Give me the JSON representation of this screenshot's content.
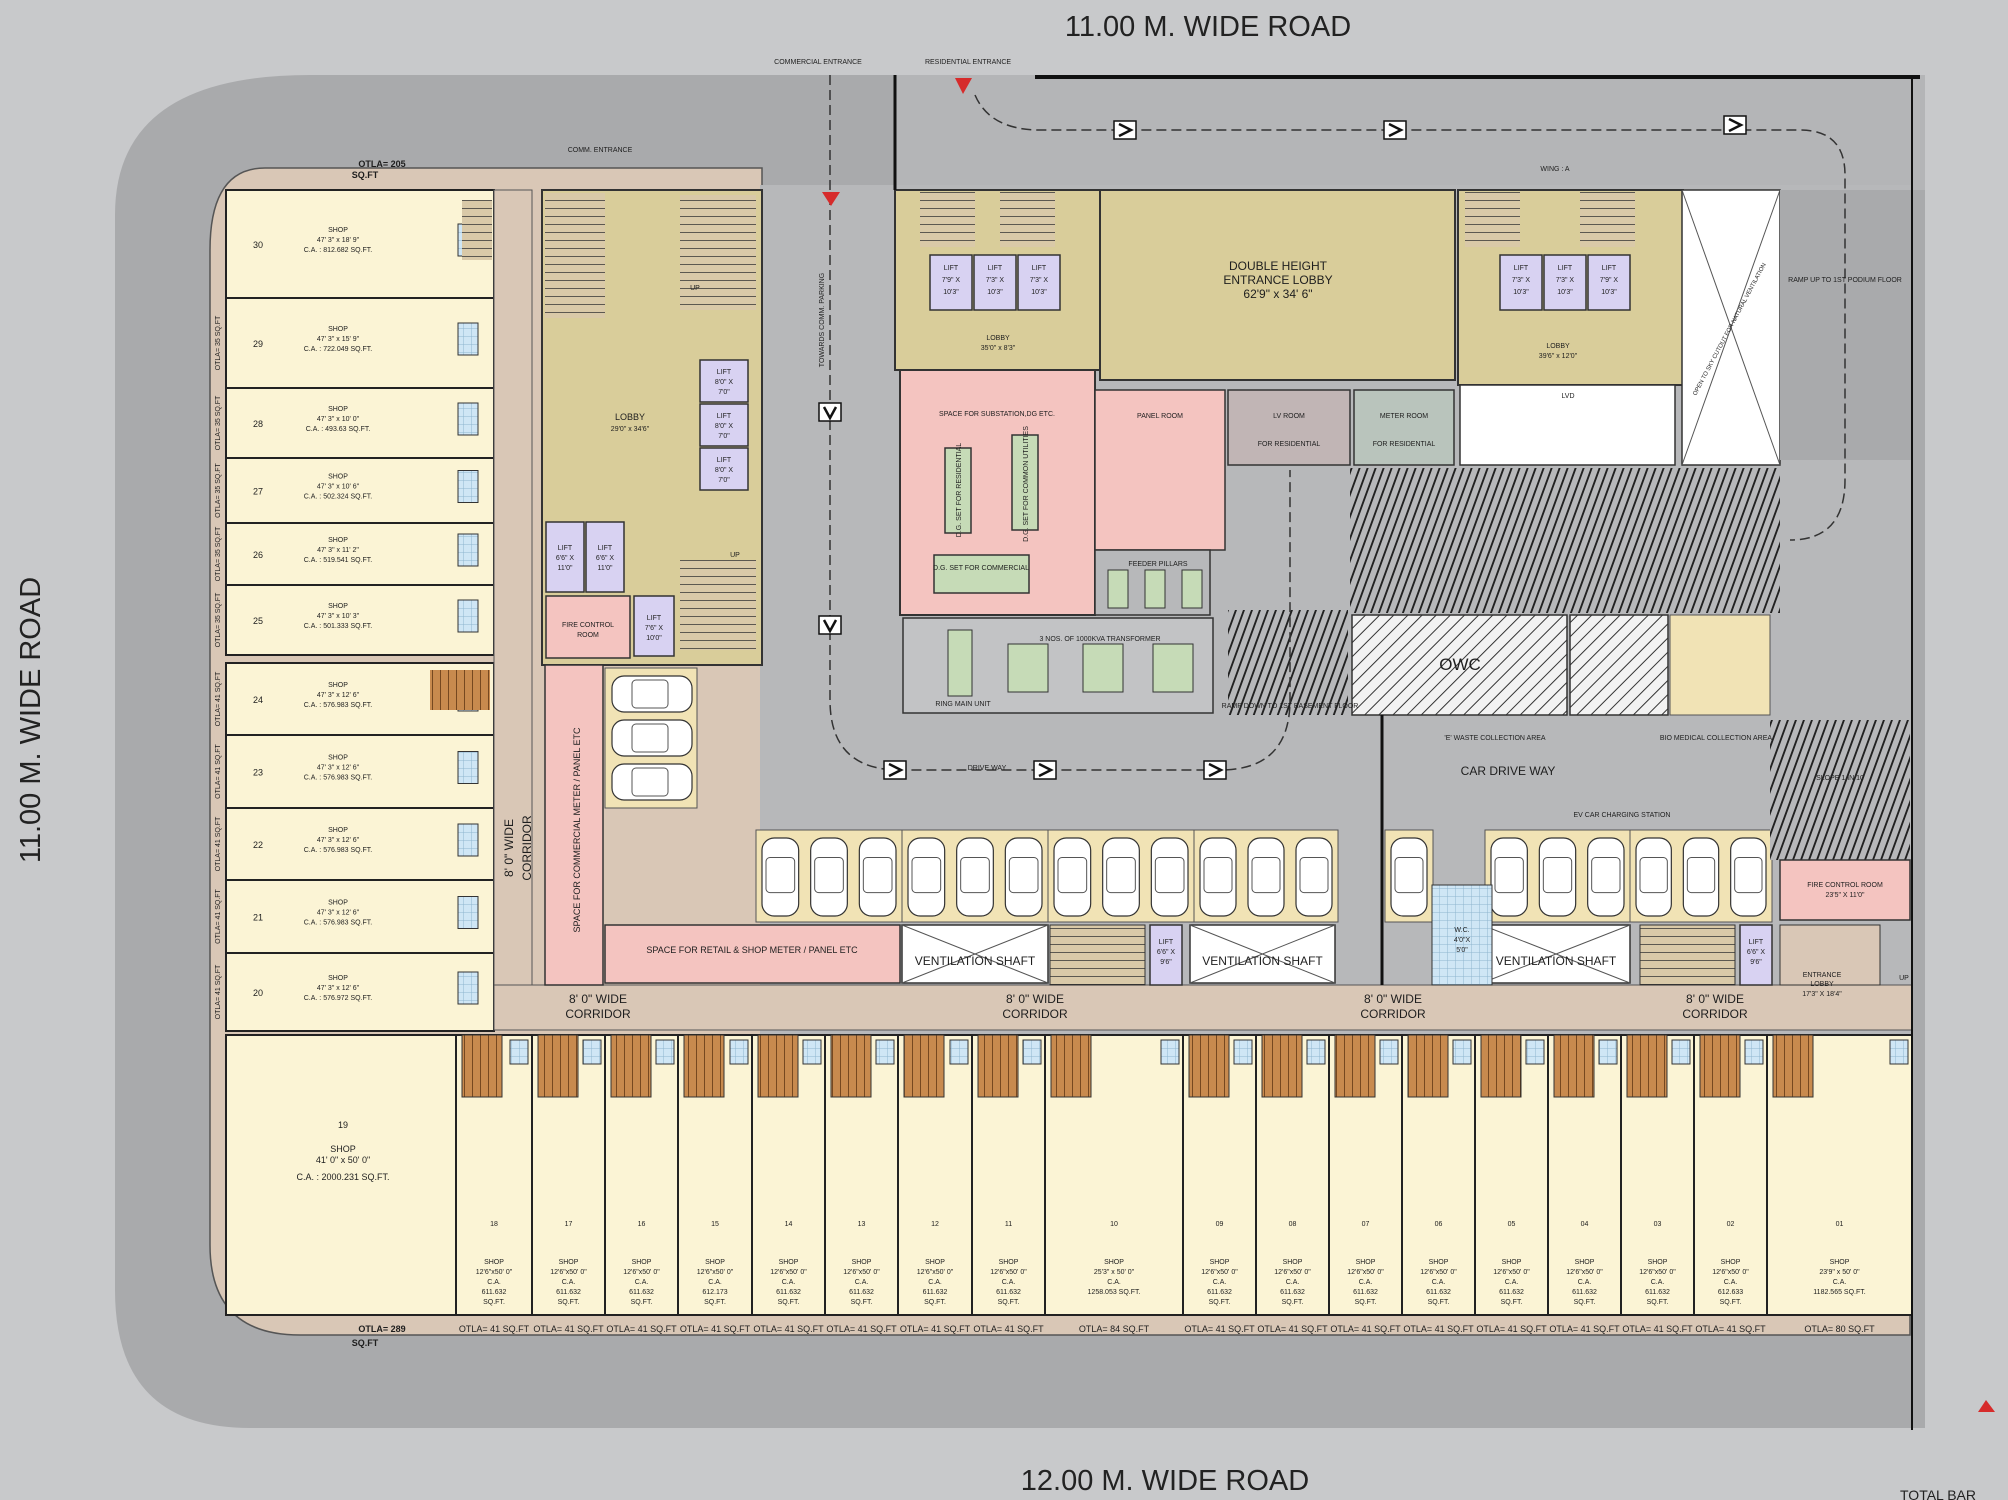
{
  "roads": {
    "top": "11.00 M. WIDE ROAD",
    "left": "11.00 M. WIDE ROAD",
    "bottom": "12.00 M. WIDE ROAD",
    "corner_note": "TOTAL BAR"
  },
  "entrances": {
    "commercial": "COMMERCIAL ENTRANCE",
    "residential": "RESIDENTIAL ENTRANCE",
    "comm": "COMM. ENTRANCE"
  },
  "wing": "WING : A",
  "otla_corner_top": "OTLA= 205",
  "otla_corner_bottom": "OTLA= 289",
  "sqft": "SQ.FT",
  "shop_word": "SHOP",
  "left_shops": [
    {
      "no": "30",
      "size": "47' 3\" x 18' 9\"",
      "ca": "C.A. : 812.682 SQ.FT.",
      "otla": ""
    },
    {
      "no": "29",
      "size": "47' 3\" x 15' 9\"",
      "ca": "C.A. : 722.049 SQ.FT.",
      "otla": "OTLA= 35 SQ.FT"
    },
    {
      "no": "28",
      "size": "47' 3\" x 10' 0\"",
      "ca": "C.A. : 493.63 SQ.FT.",
      "otla": "OTLA= 35 SQ.FT"
    },
    {
      "no": "27",
      "size": "47' 3\" x 10' 6\"",
      "ca": "C.A. : 502.324 SQ.FT.",
      "otla": "OTLA= 35 SQ.FT"
    },
    {
      "no": "26",
      "size": "47' 3\" x 11' 2\"",
      "ca": "C.A. : 519.541 SQ.FT.",
      "otla": "OTLA= 35 SQ.FT"
    },
    {
      "no": "25",
      "size": "47' 3\" x 10' 3\"",
      "ca": "C.A. : 501.333 SQ.FT.",
      "otla": "OTLA= 35 SQ.FT"
    },
    {
      "no": "24",
      "size": "47' 3\" x 12' 6\"",
      "ca": "C.A. : 576.983 SQ.FT.",
      "otla": "OTLA= 41 SQ.FT"
    },
    {
      "no": "23",
      "size": "47' 3\" x 12' 6\"",
      "ca": "C.A. : 576.983 SQ.FT.",
      "otla": "OTLA= 41 SQ.FT"
    },
    {
      "no": "22",
      "size": "47' 3\" x 12' 6\"",
      "ca": "C.A. : 576.983 SQ.FT.",
      "otla": "OTLA= 41 SQ.FT"
    },
    {
      "no": "21",
      "size": "47' 3\" x 12' 6\"",
      "ca": "C.A. : 576.983 SQ.FT.",
      "otla": "OTLA= 41 SQ.FT"
    },
    {
      "no": "20",
      "size": "47' 3\" x 12' 6\"",
      "ca": "C.A. : 576.972 SQ.FT.",
      "otla": "OTLA= 41 SQ.FT"
    }
  ],
  "shop19": {
    "no": "19",
    "size": "41' 0\" x 50' 0\"",
    "ca": "C.A. : 2000.231 SQ.FT."
  },
  "bottom_shops": [
    {
      "no": "18",
      "size": "12'6\"x50' 0\"",
      "ca": "C.A.",
      "area": "611.632",
      "unit": "SQ.FT.",
      "otla": "OTLA= 41 SQ.FT"
    },
    {
      "no": "17",
      "size": "12'6\"x50' 0\"",
      "ca": "C.A.",
      "area": "611.632",
      "unit": "SQ.FT.",
      "otla": "OTLA= 41 SQ.FT"
    },
    {
      "no": "16",
      "size": "12'6\"x50' 0\"",
      "ca": "C.A.",
      "area": "611.632",
      "unit": "SQ.FT.",
      "otla": "OTLA= 41 SQ.FT"
    },
    {
      "no": "15",
      "size": "12'6\"x50' 0\"",
      "ca": "C.A.",
      "area": "612.173",
      "unit": "SQ.FT.",
      "otla": "OTLA= 41 SQ.FT"
    },
    {
      "no": "14",
      "size": "12'6\"x50' 0\"",
      "ca": "C.A.",
      "area": "611.632",
      "unit": "SQ.FT.",
      "otla": "OTLA= 41 SQ.FT"
    },
    {
      "no": "13",
      "size": "12'6\"x50' 0\"",
      "ca": "C.A.",
      "area": "611.632",
      "unit": "SQ.FT.",
      "otla": "OTLA= 41 SQ.FT"
    },
    {
      "no": "12",
      "size": "12'6\"x50' 0\"",
      "ca": "C.A.",
      "area": "611.632",
      "unit": "SQ.FT.",
      "otla": "OTLA= 41 SQ.FT"
    },
    {
      "no": "11",
      "size": "12'6\"x50' 0\"",
      "ca": "C.A.",
      "area": "611.632",
      "unit": "SQ.FT.",
      "otla": "OTLA= 41 SQ.FT"
    },
    {
      "no": "10",
      "size": "25'3\" x 50' 0\"",
      "ca": "C.A.",
      "area": "1258.053 SQ.FT.",
      "unit": "",
      "otla": "OTLA= 84 SQ.FT"
    },
    {
      "no": "09",
      "size": "12'6\"x50' 0\"",
      "ca": "C.A.",
      "area": "611.632",
      "unit": "SQ.FT.",
      "otla": "OTLA= 41 SQ.FT"
    },
    {
      "no": "08",
      "size": "12'6\"x50' 0\"",
      "ca": "C.A.",
      "area": "611.632",
      "unit": "SQ.FT.",
      "otla": "OTLA= 41 SQ.FT"
    },
    {
      "no": "07",
      "size": "12'6\"x50' 0\"",
      "ca": "C.A.",
      "area": "611.632",
      "unit": "SQ.FT.",
      "otla": "OTLA= 41 SQ.FT"
    },
    {
      "no": "06",
      "size": "12'6\"x50' 0\"",
      "ca": "C.A.",
      "area": "611.632",
      "unit": "SQ.FT.",
      "otla": "OTLA= 41 SQ.FT"
    },
    {
      "no": "05",
      "size": "12'6\"x50' 0\"",
      "ca": "C.A.",
      "area": "611.632",
      "unit": "SQ.FT.",
      "otla": "OTLA= 41 SQ.FT"
    },
    {
      "no": "04",
      "size": "12'6\"x50' 0\"",
      "ca": "C.A.",
      "area": "611.632",
      "unit": "SQ.FT.",
      "otla": "OTLA= 41 SQ.FT"
    },
    {
      "no": "03",
      "size": "12'6\"x50' 0\"",
      "ca": "C.A.",
      "area": "611.632",
      "unit": "SQ.FT.",
      "otla": "OTLA= 41 SQ.FT"
    },
    {
      "no": "02",
      "size": "12'6\"x50' 0\"",
      "ca": "C.A.",
      "area": "612.633",
      "unit": "SQ.FT.",
      "otla": "OTLA= 41 SQ.FT"
    },
    {
      "no": "01",
      "size": "23'9\" x 50' 0\"",
      "ca": "C.A.",
      "area": "1182.565 SQ.FT.",
      "unit": "",
      "otla": "OTLA= 80 SQ.FT"
    }
  ],
  "core": {
    "lobby_comm": "LOBBY",
    "lobby_comm_size": "29'0\" x 34'6\"",
    "lift_word": "LIFT",
    "lift_8x7": "8'0\" X",
    "lift_8x7b": "7'0\"",
    "lift_6x11": "6'6\" X",
    "lift_6x11b": "11'0\"",
    "lift_7x10": "7'6\" X",
    "lift_7x10b": "10'0\"",
    "fire_control": "FIRE CONTROL",
    "room": "ROOM",
    "up": "UP",
    "towards_parking": "TOWARDS COMM. PARKING"
  },
  "residential": {
    "lift_a1": "7'9\" X",
    "lift_a2": "10'3\"",
    "lift_b1": "7'3\" X",
    "lift_b2": "10'3\"",
    "lobby": "LOBBY",
    "lobby_size_left": "35'0\" x 8'3\"",
    "lobby_size_right": "39'6\" x 12'0\"",
    "double_height1": "DOUBLE HEIGHT",
    "double_height2": "ENTRANCE LOBBY",
    "double_height_size": "62'9\" x 34' 6\"",
    "lvd": "LVD",
    "open_cutout": "OPEN TO SKY CUTOUT FOR NATURAL VENTILATION"
  },
  "utility": {
    "substation": "SPACE FOR SUBSTATION,DG ETC.",
    "dg_res": "D.G. SET FOR RESIDENTIAL",
    "dg_common": "D.G. SET FOR COMMON UTILITIES",
    "dg_comm": "D.G. SET FOR COMMERCIAL",
    "panel_room": "PANEL ROOM",
    "lv_room": "LV ROOM",
    "meter_room": "METER ROOM",
    "for_residential": "FOR RESIDENTIAL",
    "feeder": "FEEDER PILLARS",
    "transformer": "3 NOS. OF 1000KVA TRANSFORMER",
    "rmu": "RING MAIN UNIT"
  },
  "parking": {
    "ramp_up": "RAMP UP TO 1ST PODIUM FLOOR",
    "ramp_down": "RAMP DOWN TO 1ST BASEMENT FLOOR",
    "owc": "OWC",
    "ewaste": "'E' WASTE COLLECTION AREA",
    "bio": "BIO MEDICAL COLLECTION AREA",
    "car_drive": "CAR DRIVE WAY",
    "drive_way": "DRIVE WAY",
    "ev": "EV CAR CHARGING STATION",
    "slope": "SLOPE 1 IN 10"
  },
  "services": {
    "comm_meter": "SPACE FOR COMMERCIAL METER / PANEL ETC",
    "retail_meter": "SPACE FOR RETAIL & SHOP METER / PANEL ETC",
    "vent": "VENTILATION SHAFT",
    "lift_small1": "6'6\" X",
    "lift_small2": "9'6\"",
    "fire_control_room": "FIRE CONTROL ROOM",
    "fire_control_size": "23'5\" X 11'0\"",
    "entrance_lobby1": "ENTRANCE",
    "entrance_lobby2": "LOBBY",
    "entrance_lobby_size": "17'3\" X 18'4\"",
    "wc": "W.C.",
    "wc_size": "4'0\"X",
    "wc_size2": "5'0\""
  },
  "corridor": {
    "line1": "8' 0\" WIDE",
    "line2": "CORRIDOR"
  },
  "colors": {
    "road": "#a9aaac",
    "drive": "#b7b8ba",
    "paving": "#d9c7b6",
    "shop": "#fbf4d5",
    "wall": "#6b1a1a",
    "lobby": "#d9cd9a",
    "pink": "#f4c4c0",
    "lift": "#d8d2f2"
  }
}
